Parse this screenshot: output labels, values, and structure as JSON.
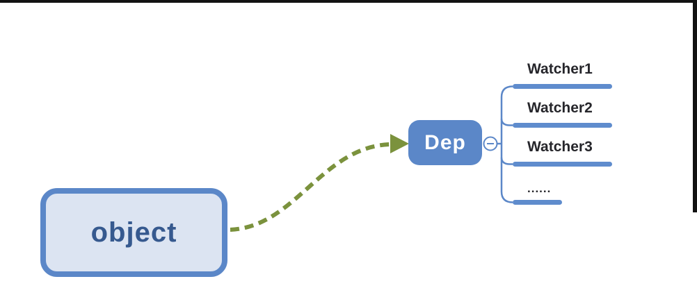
{
  "diagram": {
    "object_node": {
      "label": "object"
    },
    "dep_node": {
      "label": "Dep"
    },
    "collapse_icon": "minus-circle-icon",
    "watchers": [
      {
        "label": "Watcher1"
      },
      {
        "label": "Watcher2"
      },
      {
        "label": "Watcher3"
      },
      {
        "label": "......"
      }
    ],
    "colors": {
      "node_border_blue": "#5b87c8",
      "object_fill": "#dce4f2",
      "object_text": "#36598f",
      "dep_fill": "#5b87c8",
      "dep_text": "#ffffff",
      "watcher_bar_blue": "#5f8ccd",
      "watcher_text": "#26262b",
      "arrow_green": "#7b923d",
      "frame_black": "#121212"
    }
  }
}
